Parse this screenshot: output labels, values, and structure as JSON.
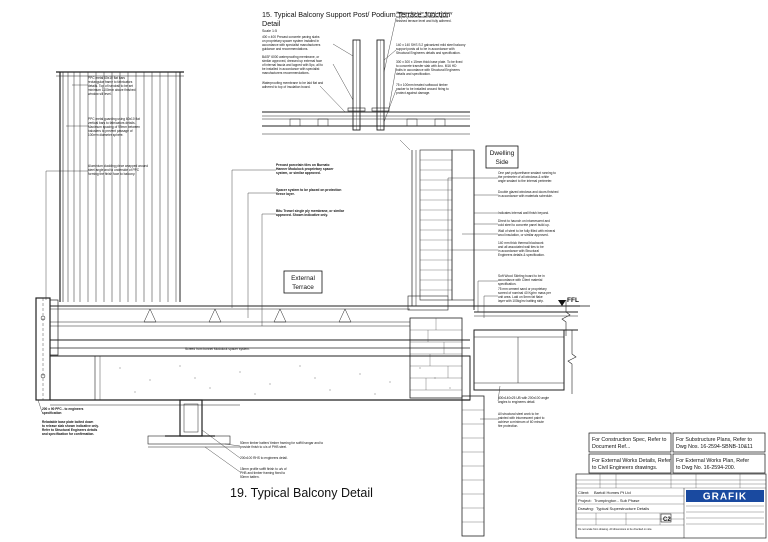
{
  "detail15": {
    "title": "15. Typical Balcony Support Post/ Podium Terrace Junction Detail",
    "scale": "Scale 1:5",
    "left_notes": [
      "400 x 400 Precast concrete paving slabs on proprietary spacer system installed in accordance with specialist manufacturers guidance and recommendations.",
      "BASF 6000 waterproofing membrane, or similar approved, dressed up external face of internal fascia and lapped with 5pc, all to be installed in accordance with specialist manufacturers recommendations.",
      "Waterproofing membrane to be laid flat and adhered to top of insulation board."
    ],
    "right_notes": [
      "Waterproofing to be dressed up balcony support post minimum 150mm above finished terrace level and fully adhered.",
      "140 x 140 SHS S:2 galvanized mild steel balcony support posts all to be in accordance with Structural Engineers details and specification.",
      "300 x 300 x 15mm thick base plate. To be fixed to concrete transfer slab with 4no. M16 HD bolts in accordance with Structural Engineers details and specification.",
      "75 x 100mm treated softwood timber packer to be installed around fixing to protect against damage."
    ]
  },
  "main_notes_left": [
    "PPC metal 60x10 flat bars rectangular frame to fabricators details. Top of handrail to be set minimum 1100mm above finished window sill level.",
    "PPC metal guarding using 60x10 flat vertical bars to fabricators details. Maximum spacing of 99mm between balusters to prevent passage of 100mm diameter sphere.",
    "Aluminium cladding piece wrapped around steel angle and to underside of PPC forming the finish face to balcony."
  ],
  "main_notes_mid": [
    "Precast porcelain tiles on Burnato Hanner Modulock proprietary spacer system, or similar approved.",
    "Spacer system to be placed on protection fleece layer.",
    "Bitu Trowel single ply membrane, or similar approved. Shown indicative only."
  ],
  "main_notes_right": [
    "One part polyurethane sealant running to the perimeter of all windows & white angle sealant to the internal perimeter.",
    "Double glazed windows and doors finished in accordance with materials schedule.",
    "Indicates internal wall finish beyond.",
    "Direct to haunch on intumescent and cold steel to concrete panel build up.",
    "Wall of steel to be fully filled with mineral wool insulation, or similar approved.",
    "140 mm thick thermal blockwork and all associated wall ties to be in accordance with Structural Engineers details & specification.",
    "Soft Wood Skirting board to be in accordance with Client material specification.",
    "75 mm cement sand or proprietary screed of nominal 40 Kg/m² mass per unit area. Laid on 5mm fat flake layer with 100kg/m² batting strip."
  ],
  "main_notes_bottom_right": [
    "400x140x25 UB with 200x100 angle angles to engineers detail.",
    "All structural steel work to be painted with intumescent paint to achieve a minimum of 60 minute fire protection."
  ],
  "main_notes_bottom_left": [
    "200 x 90 PFC - to engineers specification",
    "Rebatable base plate bolted down to release slab shown indicative only. Refer to Structural Engineers details and specification for confirmation."
  ],
  "main_notes_bottom_mid": [
    "Screed from bonnet Modulock spacer system.",
    "50mm timber batten/ timber framing for soffit hangar and to provide finish to u/s of PHB steel.",
    "200x100 RHS to engineers detail.",
    "15mm profile soffit finish to u/s of PHB and timber framing fixed to 50mm batten."
  ],
  "labels": {
    "dwelling_side": [
      "Dwelling",
      "Side"
    ],
    "external_terrace": [
      "External",
      "Terrace"
    ],
    "ffl": "FFL",
    "main_title": "19. Typical Balcony Detail"
  },
  "reference_boxes": [
    [
      "For Construction Spec, Refer to",
      "Document Ref..."
    ],
    [
      "For Substructure Plans, Refer to",
      "Dwg Nos. 16-2594-SBNB-10&11"
    ],
    [
      "For External Works Details, Refer",
      "to Civil Engineers drawings."
    ],
    [
      "For External Works Plan, Refer",
      "to Dwg No. 16-2594-200."
    ]
  ],
  "title_block": {
    "logo": "GRAFIK",
    "client_label": "Client:",
    "client": "Bartoli Homes Pt Ltd",
    "project_label": "Project:",
    "project": "Trumpington - Sub Phase",
    "drawing_label": "Drawing:",
    "drawing": "Typical Superstructure Details",
    "revision": "C2",
    "footer": "Do not scale from drawing. All dimensions to be checked on site."
  }
}
